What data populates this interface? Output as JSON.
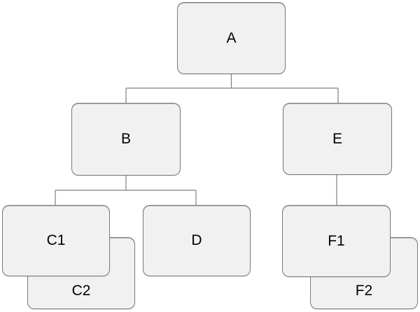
{
  "diagram": {
    "type": "tree",
    "title": "",
    "labels": {
      "a": "A",
      "b": "B",
      "c1": "C1",
      "c2": "C2",
      "d": "D",
      "e": "E",
      "f1": "F1",
      "f2": "F2"
    },
    "nodes": [
      {
        "id": "A",
        "label": "A",
        "level": 0
      },
      {
        "id": "B",
        "label": "B",
        "level": 1
      },
      {
        "id": "E",
        "label": "E",
        "level": 1
      },
      {
        "id": "C1",
        "label": "C1",
        "level": 2
      },
      {
        "id": "C2",
        "label": "C2",
        "level": 2
      },
      {
        "id": "D",
        "label": "D",
        "level": 2
      },
      {
        "id": "F1",
        "label": "F1",
        "level": 2
      },
      {
        "id": "F2",
        "label": "F2",
        "level": 2
      }
    ],
    "edges": [
      {
        "from": "A",
        "to": "B"
      },
      {
        "from": "A",
        "to": "E"
      },
      {
        "from": "B",
        "to": "C1"
      },
      {
        "from": "B",
        "to": "D"
      },
      {
        "from": "E",
        "to": "F1"
      }
    ],
    "stacked_pairs": [
      {
        "front": "C1",
        "back": "C2"
      },
      {
        "front": "F1",
        "back": "F2"
      }
    ],
    "colors": {
      "background": "#ffffff",
      "node_fill": "#f1f1f1",
      "node_border": "#7a7a7a",
      "connector": "#7f7f7f",
      "text": "#000000"
    }
  }
}
